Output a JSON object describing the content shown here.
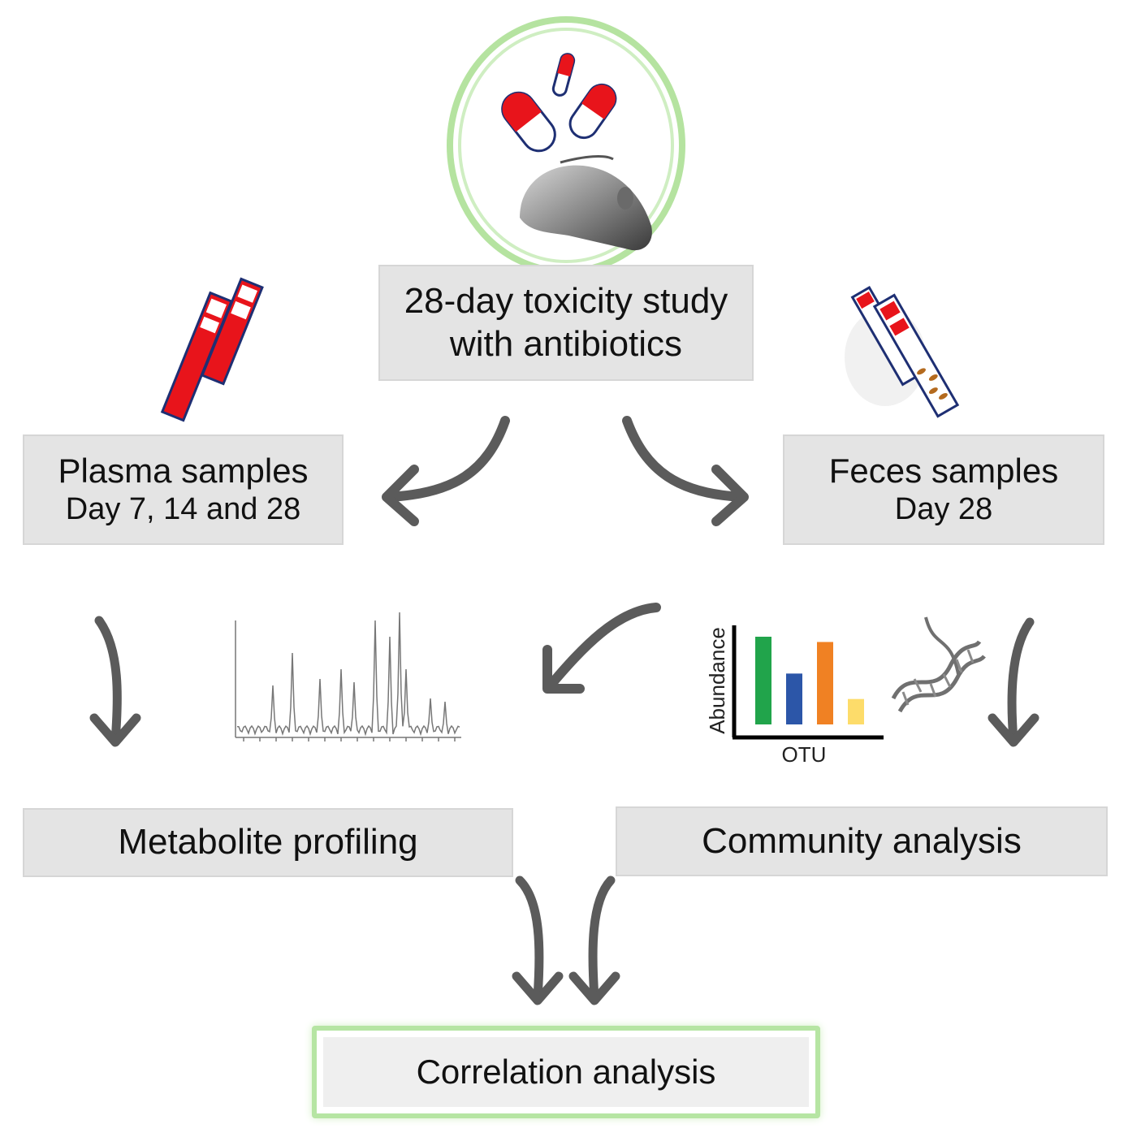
{
  "study": {
    "line1": "28-day toxicity study",
    "line2": "with antibiotics"
  },
  "plasma": {
    "line1": "Plasma samples",
    "line2": "Day 7, 14 and 28"
  },
  "feces": {
    "line1": "Feces samples",
    "line2": "Day 28"
  },
  "metabolite": {
    "label": "Metabolite profiling"
  },
  "community": {
    "label": "Community analysis"
  },
  "correlation": {
    "label": "Correlation analysis"
  },
  "mini_chart": {
    "type": "bar",
    "ylabel": "Abundance",
    "xlabel": "OTU",
    "values": [
      1.0,
      0.58,
      0.94,
      0.29
    ],
    "colors": [
      "#21a44b",
      "#2c56a8",
      "#f08123",
      "#fddc6a"
    ]
  },
  "colors": {
    "arrow": "#5b5b5b",
    "ring": "#b5e3a0",
    "capsule_red": "#e8141b",
    "box": "#e4e4e4"
  },
  "icons": [
    "capsule-icon",
    "mouse-icon",
    "blood-tube-icon",
    "feces-tube-icon",
    "chromatogram-icon",
    "dna-icon"
  ]
}
